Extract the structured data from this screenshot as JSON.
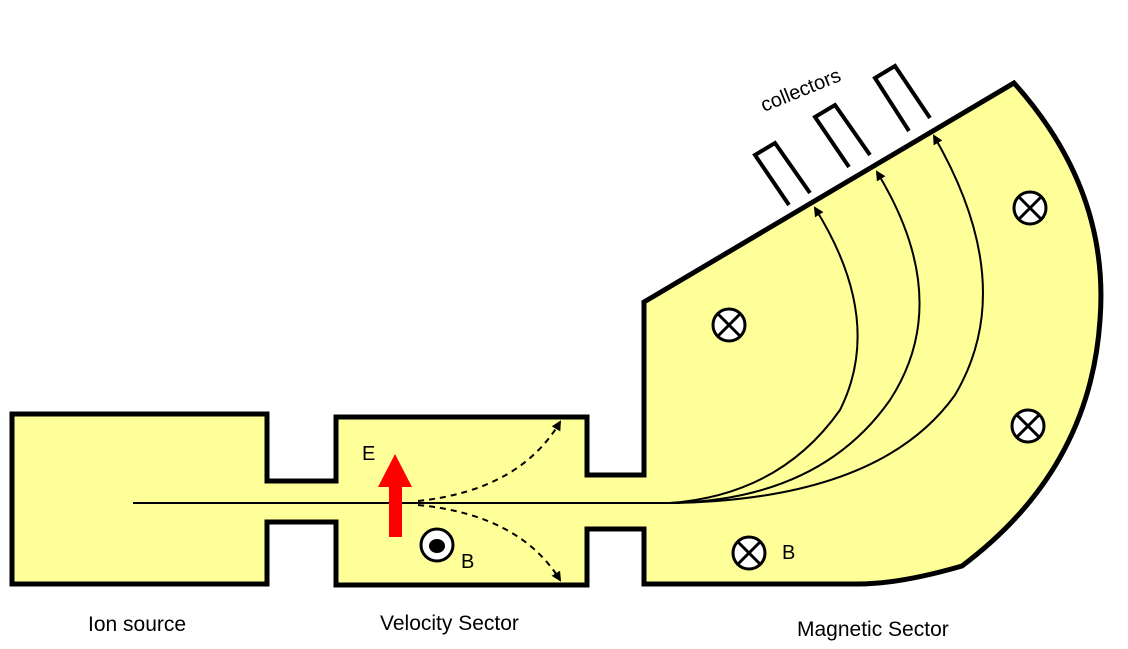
{
  "diagram": {
    "labels": {
      "ion_source": "Ion source",
      "velocity_sector": "Velocity Sector",
      "magnetic_sector": "Magnetic Sector",
      "collectors": "collectors",
      "electric_field": "E",
      "magnetic_field_velocity": "B",
      "magnetic_field_magnetic": "B"
    },
    "colors": {
      "chamber_fill": "#ffff99",
      "outline": "#000000",
      "field_arrow": "#ff0000"
    },
    "field_symbols": {
      "velocity_sector": "field-out-of-page-icon",
      "magnetic_sector": "field-into-page-icon"
    }
  }
}
